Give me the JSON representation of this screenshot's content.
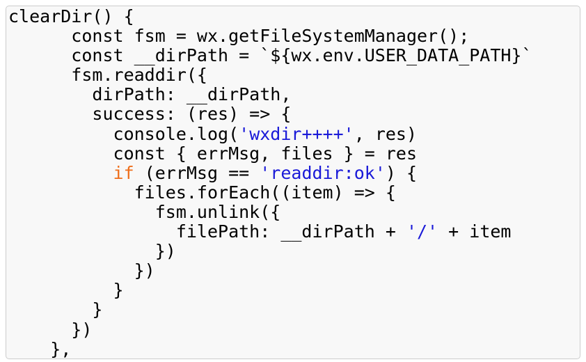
{
  "colors": {
    "background": "#f8f8f8",
    "border": "#cccccc",
    "text": "#000000",
    "string": "#1a1ad8",
    "keyword": "#ee6d1a"
  },
  "code": {
    "lines": [
      [
        {
          "t": "plain",
          "v": "clearDir() {"
        }
      ],
      [
        {
          "t": "plain",
          "v": "      const fsm = wx.getFileSystemManager();"
        }
      ],
      [
        {
          "t": "plain",
          "v": "      const __dirPath = `${wx.env.USER_DATA_PATH}`"
        }
      ],
      [
        {
          "t": "plain",
          "v": "      fsm.readdir({"
        }
      ],
      [
        {
          "t": "plain",
          "v": "        dirPath: __dirPath,"
        }
      ],
      [
        {
          "t": "plain",
          "v": "        success: (res) => {"
        }
      ],
      [
        {
          "t": "plain",
          "v": "          console.log("
        },
        {
          "t": "string",
          "v": "'wxdir++++'"
        },
        {
          "t": "plain",
          "v": ", res)"
        }
      ],
      [
        {
          "t": "plain",
          "v": "          const { errMsg, files } = res"
        }
      ],
      [
        {
          "t": "plain",
          "v": "          "
        },
        {
          "t": "keyword",
          "v": "if"
        },
        {
          "t": "plain",
          "v": " (errMsg == "
        },
        {
          "t": "string",
          "v": "'readdir:ok'"
        },
        {
          "t": "plain",
          "v": ") {"
        }
      ],
      [
        {
          "t": "plain",
          "v": "            files.forEach((item) => {"
        }
      ],
      [
        {
          "t": "plain",
          "v": "              fsm.unlink({"
        }
      ],
      [
        {
          "t": "plain",
          "v": "                filePath: __dirPath + "
        },
        {
          "t": "string",
          "v": "'/'"
        },
        {
          "t": "plain",
          "v": " + item"
        }
      ],
      [
        {
          "t": "plain",
          "v": "              })"
        }
      ],
      [
        {
          "t": "plain",
          "v": "            })"
        }
      ],
      [
        {
          "t": "plain",
          "v": "          }"
        }
      ],
      [
        {
          "t": "plain",
          "v": "        }"
        }
      ],
      [
        {
          "t": "plain",
          "v": "      })"
        }
      ],
      [
        {
          "t": "plain",
          "v": "    },"
        }
      ]
    ]
  }
}
